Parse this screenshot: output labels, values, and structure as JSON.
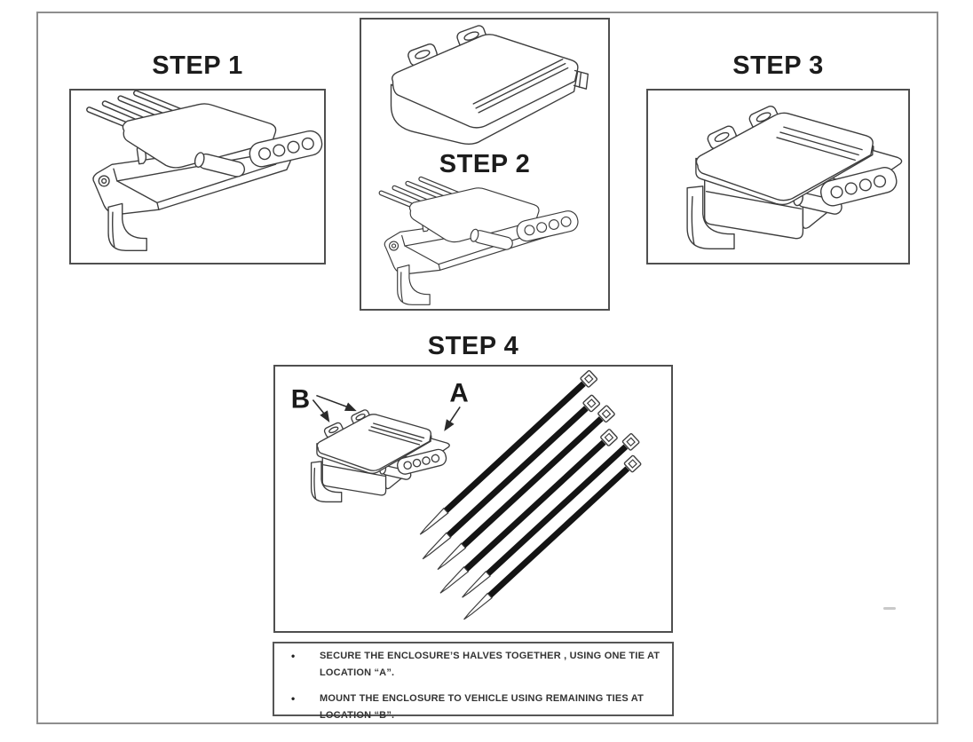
{
  "titles": {
    "step1": "STEP 1",
    "step2": "STEP 2",
    "step3": "STEP 3",
    "step4": "STEP 4"
  },
  "step4_labels": {
    "a": "A",
    "b": "B"
  },
  "notes": {
    "bullet_char": "•",
    "items": [
      {
        "line1": "SECURE THE ENCLOSURE’S HALVES TOGETHER , USING ONE TIE AT",
        "line2": "LOCATION “A”."
      },
      {
        "line1": "MOUNT THE ENCLOSURE TO VEHICLE  USING REMAINING TIES AT",
        "line2": "LOCATION “B”."
      }
    ]
  },
  "colors": {
    "line_art": "#3d3d3d",
    "panel_border": "#4f4f4f",
    "outer_border": "#8e8e8e",
    "cable_tie": "#141414",
    "text": "#1c1c1c"
  }
}
